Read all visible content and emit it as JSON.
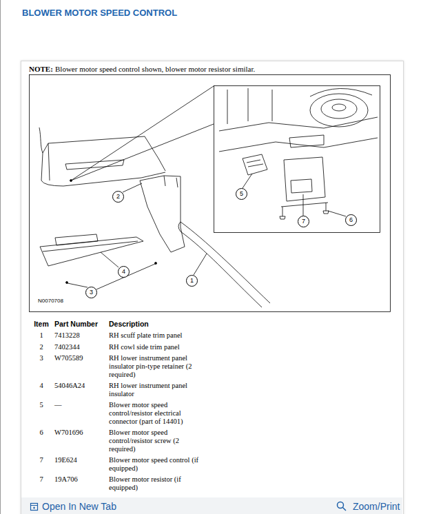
{
  "diagram": {
    "title": "BLOWER MOTOR SPEED CONTROL",
    "labels": [
      "NOTE:",
      "Blower motor speed control shown, blower motor resistor similar.",
      "2",
      "5",
      "7",
      "6",
      "4",
      "1",
      "3",
      "N0070708",
      "Item",
      "Part Number",
      "Description",
      "1",
      "7413228",
      "RH scuff plate trim panel",
      "2",
      "7402344",
      "RH cowl side trim panel",
      "3",
      "W705589",
      "RH lower instrument panel insulator pin-type retainer (2 required)",
      "4",
      "54046A24",
      "RH lower instrument panel insulator",
      "5",
      "—",
      "Blower motor speed control/resistor electrical connector (part of 14401)",
      "6",
      "W701696",
      "Blower motor speed control/resistor screw (2 required)",
      "7",
      "19E624",
      "Blower motor speed control (if equipped)",
      "7",
      "19A706",
      "Blower motor resistor (if equipped)",
      "Open In New Tab",
      "Zoom/Print"
    ]
  }
}
